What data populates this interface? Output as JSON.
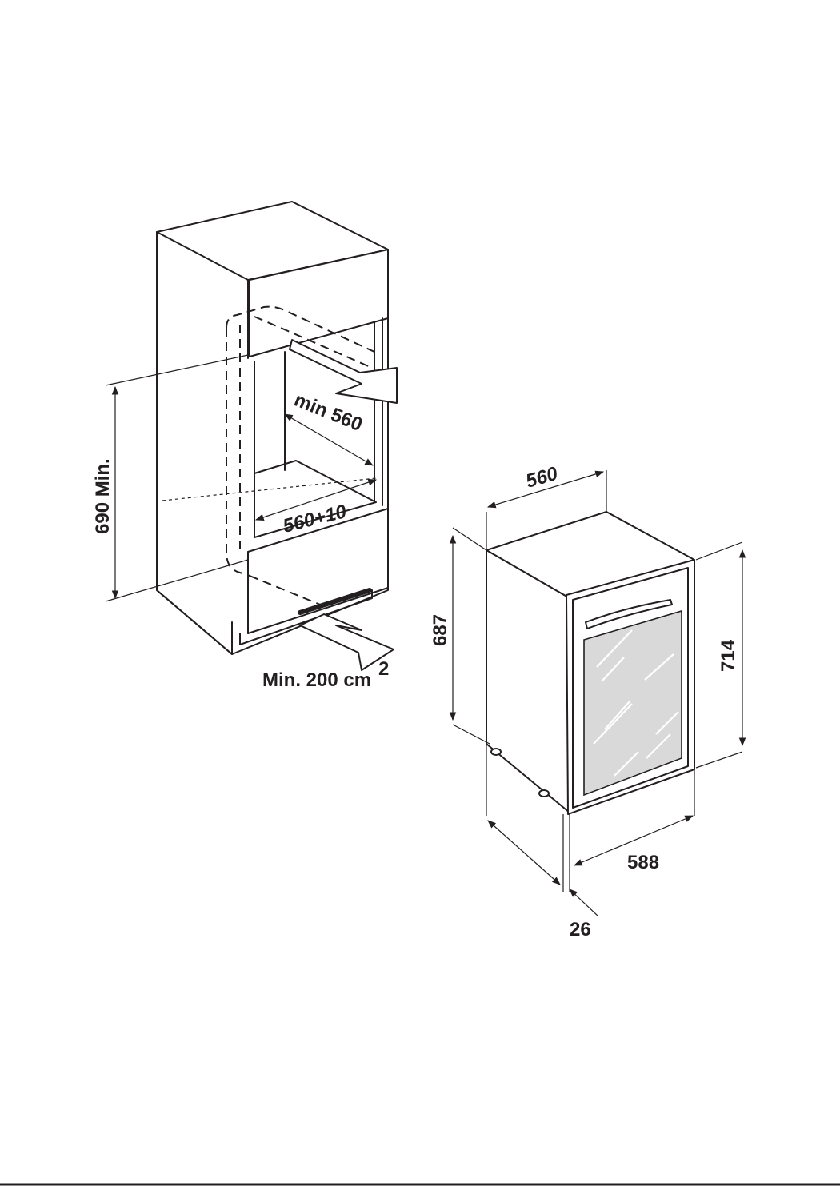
{
  "labels": {
    "niche_height": "690 Min.",
    "niche_depth": "min 560",
    "niche_width": "560+10",
    "vent_area": "Min. 200 cm",
    "vent_area_sup": "2",
    "unit_width": "560",
    "unit_height": "687",
    "total_height": "714",
    "unit_depth": "588",
    "door_thickness": "26"
  },
  "colors": {
    "line": "#231f20",
    "glass": "#d9d9d9",
    "background": "#ffffff"
  }
}
